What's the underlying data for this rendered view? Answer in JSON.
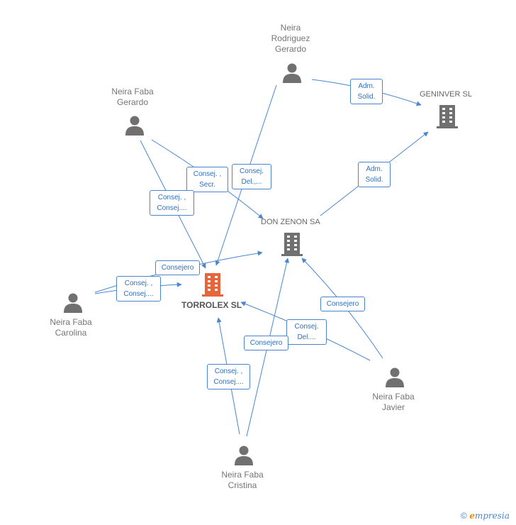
{
  "colors": {
    "edge": "#4a86d0",
    "person": "#707070",
    "company": "#707070",
    "main_company": "#e8643a"
  },
  "people": [
    {
      "id": "rodriguez",
      "label_lines": [
        "Neira",
        "Rodriguez",
        "Gerardo"
      ]
    },
    {
      "id": "gerardo",
      "label_lines": [
        "Neira Faba",
        "Gerardo"
      ]
    },
    {
      "id": "carolina",
      "label_lines": [
        "Neira Faba",
        "Carolina"
      ]
    },
    {
      "id": "javier",
      "label_lines": [
        "Neira Faba",
        "Javier"
      ]
    },
    {
      "id": "cristina",
      "label_lines": [
        "Neira Faba",
        "Cristina"
      ]
    }
  ],
  "companies": [
    {
      "id": "geninver",
      "label": "GENINVER SL"
    },
    {
      "id": "donzenon",
      "label": "DON ZENON SA"
    },
    {
      "id": "torrolex",
      "label": "TORROLEX SL"
    }
  ],
  "edge_labels": [
    {
      "id": "rodriguez-geninver",
      "lines": [
        "Adm.",
        "Solid."
      ]
    },
    {
      "id": "donzenon-geninver",
      "lines": [
        "Adm.",
        "Solid."
      ]
    },
    {
      "id": "gerardo-donzenon",
      "lines": [
        "Consej. ,",
        "Secr."
      ]
    },
    {
      "id": "rodriguez-torrolex",
      "lines": [
        "Consej.",
        "Del.,..."
      ]
    },
    {
      "id": "gerardo-torrolex",
      "lines": [
        "Consej. ,",
        "Consej...."
      ]
    },
    {
      "id": "carolina-donzenon",
      "lines": [
        "Consejero"
      ]
    },
    {
      "id": "carolina-torrolex",
      "lines": [
        "Consej. ,",
        "Consej...."
      ]
    },
    {
      "id": "javier-donzenon",
      "lines": [
        "Consejero"
      ]
    },
    {
      "id": "javier-torrolex",
      "lines": [
        "Consej.",
        "Del...."
      ]
    },
    {
      "id": "cristina-donzenon",
      "lines": [
        "Consejero"
      ]
    },
    {
      "id": "cristina-torrolex",
      "lines": [
        "Consej. ,",
        "Consej...."
      ]
    }
  ],
  "footer": {
    "copyright_symbol": "©",
    "brand_first": "e",
    "brand_rest": "mpresia"
  }
}
